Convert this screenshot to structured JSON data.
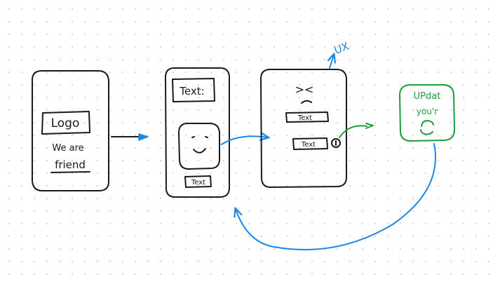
{
  "colors": {
    "ink": "#1a1a1a",
    "blue": "#1e88e5",
    "green": "#1f9d3a"
  },
  "screens": {
    "splash": {
      "logo": "Logo",
      "tagline_line1": "We are",
      "tagline_line2": "friend"
    },
    "profile": {
      "title_box": "Text:",
      "face_caption": "Text"
    },
    "details": {
      "face": "><",
      "text_field_1": "Text",
      "text_field_2": "Text"
    },
    "external": {
      "label": "UX"
    },
    "update_note": {
      "line1": "UPdat",
      "line2": "you'r"
    }
  }
}
